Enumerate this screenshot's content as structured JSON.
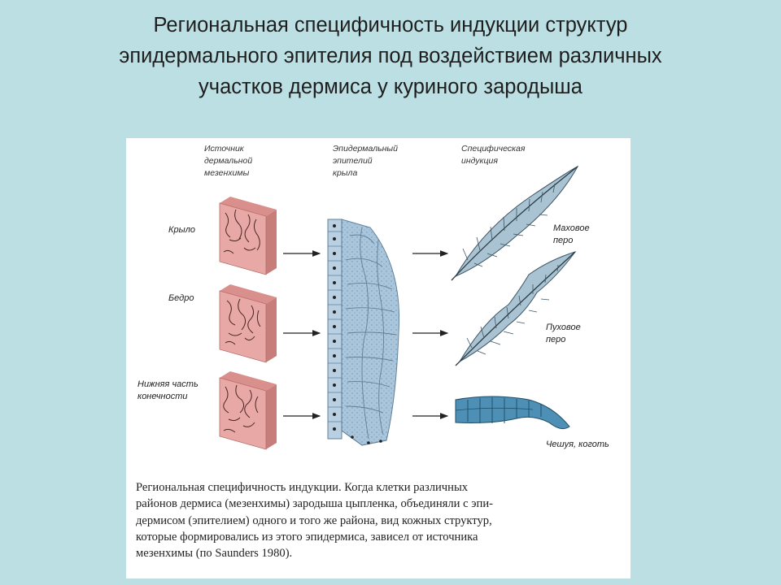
{
  "slide": {
    "title_lines": [
      "Региональная специфичность индукции структур",
      "эпидермального эпителия под воздействием различных",
      "участков дермиса у куриного зародыша"
    ]
  },
  "diagram": {
    "headers": {
      "source": [
        "Источник",
        "дермальной",
        "мезенхимы"
      ],
      "epithelium": [
        "Эпидермальный",
        "эпителий",
        "крыла"
      ],
      "induction": [
        "Специфическая",
        "индукция"
      ]
    },
    "sources": {
      "wing": "Крыло",
      "thigh": [
        "Бедро"
      ],
      "lower_limb": [
        "Нижняя часть",
        "конечности"
      ]
    },
    "results": {
      "flight_feather": [
        "Маховое",
        "перо"
      ],
      "down_feather": [
        "Пуховое",
        "перо"
      ],
      "scale_claw": "Чешуя, коготь"
    },
    "colors": {
      "mesenchyme": "#e8a9a6",
      "epithelium": "#a9c6dc",
      "feather": "#a9c3d2",
      "scale": "#4e8fb5",
      "background": "#bcdfe3"
    }
  },
  "caption_lines": [
    "Региональная специфичность индукции. Когда клетки различных",
    "районов дермиса (мезенхимы) зародыша цыпленка, объединяли с эпи-",
    "дермисом (эпителием) одного и того же района, вид кожных структур,",
    "которые формировались из этого эпидермиса, зависел от источника",
    "мезенхимы (по Saunders 1980)."
  ]
}
